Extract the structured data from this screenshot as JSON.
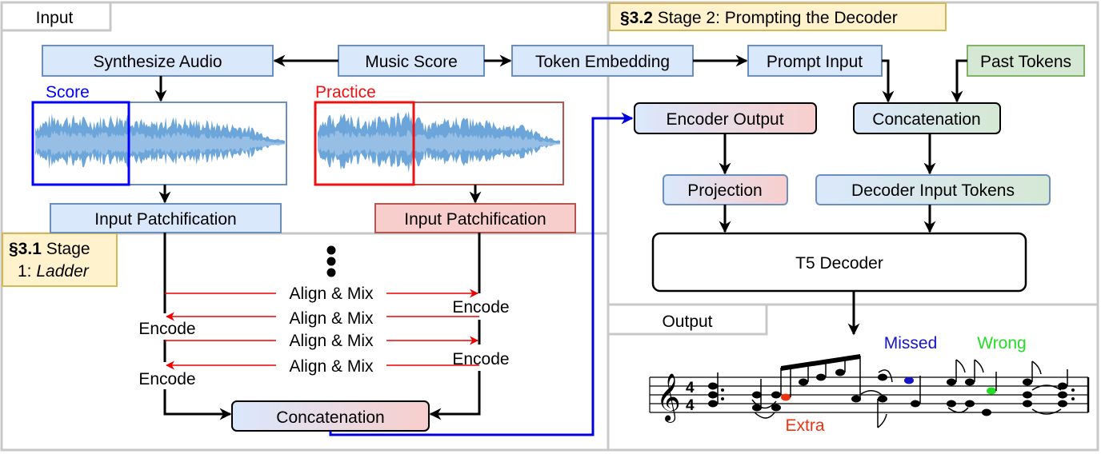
{
  "sections": {
    "input": "Input",
    "stage1_bold": "§3.1",
    "stage1_rest": " Stage",
    "stage1_line2": "1: ",
    "stage1_italic": "Ladder",
    "stage2_bold": "§3.2",
    "stage2_rest": " Stage 2: Prompting the Decoder",
    "output": "Output"
  },
  "boxes": {
    "synthesize_audio": "Synthesize Audio",
    "music_score": "Music Score",
    "token_embedding": "Token Embedding",
    "prompt_input": "Prompt Input",
    "past_tokens": "Past Tokens",
    "encoder_output": "Encoder Output",
    "concatenation_top": "Concatenation",
    "projection": "Projection",
    "decoder_input_tokens": "Decoder Input Tokens",
    "t5_decoder": "T5 Decoder",
    "input_patch_score": "Input Patchification",
    "input_patch_practice": "Input Patchification",
    "concatenation_bottom": "Concatenation"
  },
  "labels": {
    "score": "Score",
    "practice": "Practice",
    "vertical_ellipsis": "⋮",
    "align_mix": [
      "Align & Mix",
      "Align & Mix",
      "Align & Mix",
      "Align & Mix"
    ],
    "encode_left": [
      "Encode",
      "Encode"
    ],
    "encode_right": [
      "Encode",
      "Encode"
    ],
    "missed": "Missed",
    "wrong": "Wrong",
    "extra": "Extra",
    "time_sig_top": "4",
    "time_sig_bottom": "4",
    "clef": "𝄞"
  },
  "colors": {
    "blue_box": "#dae8fc",
    "blue_border": "#6c8ebf",
    "red_box": "#f8cecc",
    "red_border": "#b85450",
    "green_box": "#d5e8d4",
    "green_border": "#82b366",
    "yellow_box": "#fff2cc",
    "yellow_border": "#d6b656",
    "score_highlight": "#0000ff",
    "practice_highlight": "#ee1111",
    "arrow_red": "#ee0000",
    "arrow_blue": "#0000dd",
    "missed": "#1515c8",
    "wrong": "#22dd22",
    "extra": "#ee3311",
    "waveform": "#5b9bd5"
  }
}
